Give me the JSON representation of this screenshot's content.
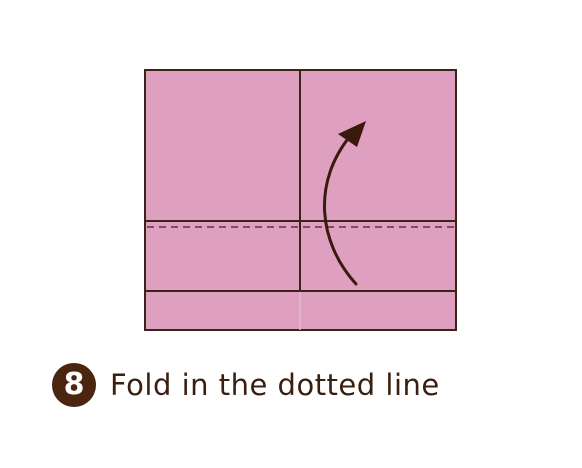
{
  "step": {
    "number": "8",
    "instruction": "Fold in the dotted line"
  },
  "colors": {
    "paper": "#df9fc0",
    "line": "#3a2418",
    "arrow": "#3a1a0c",
    "badge": "#4a2510",
    "crease": "#e2b8d2"
  },
  "icons": {
    "fold_arrow": "curved-arrow-up"
  }
}
